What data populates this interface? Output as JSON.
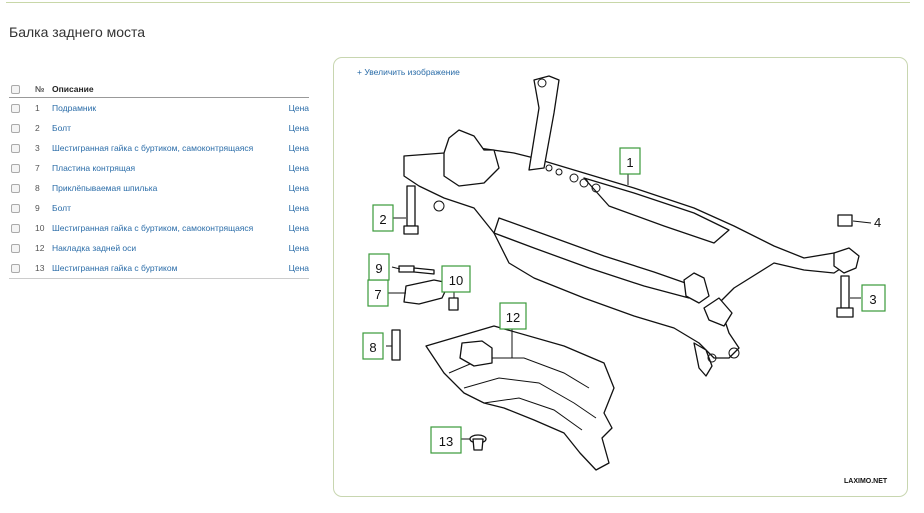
{
  "page": {
    "title": "Балка заднего моста"
  },
  "table": {
    "headers": {
      "number": "№",
      "description": "Описание"
    },
    "rows": [
      {
        "number": "1",
        "description": "Подрамник",
        "price": "Цена"
      },
      {
        "number": "2",
        "description": "Болт",
        "price": "Цена"
      },
      {
        "number": "3",
        "description": "Шестигранная гайка с буртиком, самоконтрящаяся",
        "price": "Цена"
      },
      {
        "number": "7",
        "description": "Пластина контрящая",
        "price": "Цена"
      },
      {
        "number": "8",
        "description": "Приклёпываемая шпилька",
        "price": "Цена"
      },
      {
        "number": "9",
        "description": "Болт",
        "price": "Цена"
      },
      {
        "number": "10",
        "description": "Шестигранная гайка с буртиком, самоконтрящаяся",
        "price": "Цена"
      },
      {
        "number": "12",
        "description": "Накладка задней оси",
        "price": "Цена"
      },
      {
        "number": "13",
        "description": "Шестигранная гайка с буртиком",
        "price": "Цена"
      }
    ]
  },
  "diagram": {
    "zoom_link": "+ Увеличить изображение",
    "callouts": [
      "1",
      "2",
      "3",
      "7",
      "8",
      "9",
      "10",
      "12",
      "13"
    ],
    "free_labels": [
      "4"
    ],
    "logo": "LAXIMO.NET",
    "accent_color": "#3a9a3a"
  }
}
